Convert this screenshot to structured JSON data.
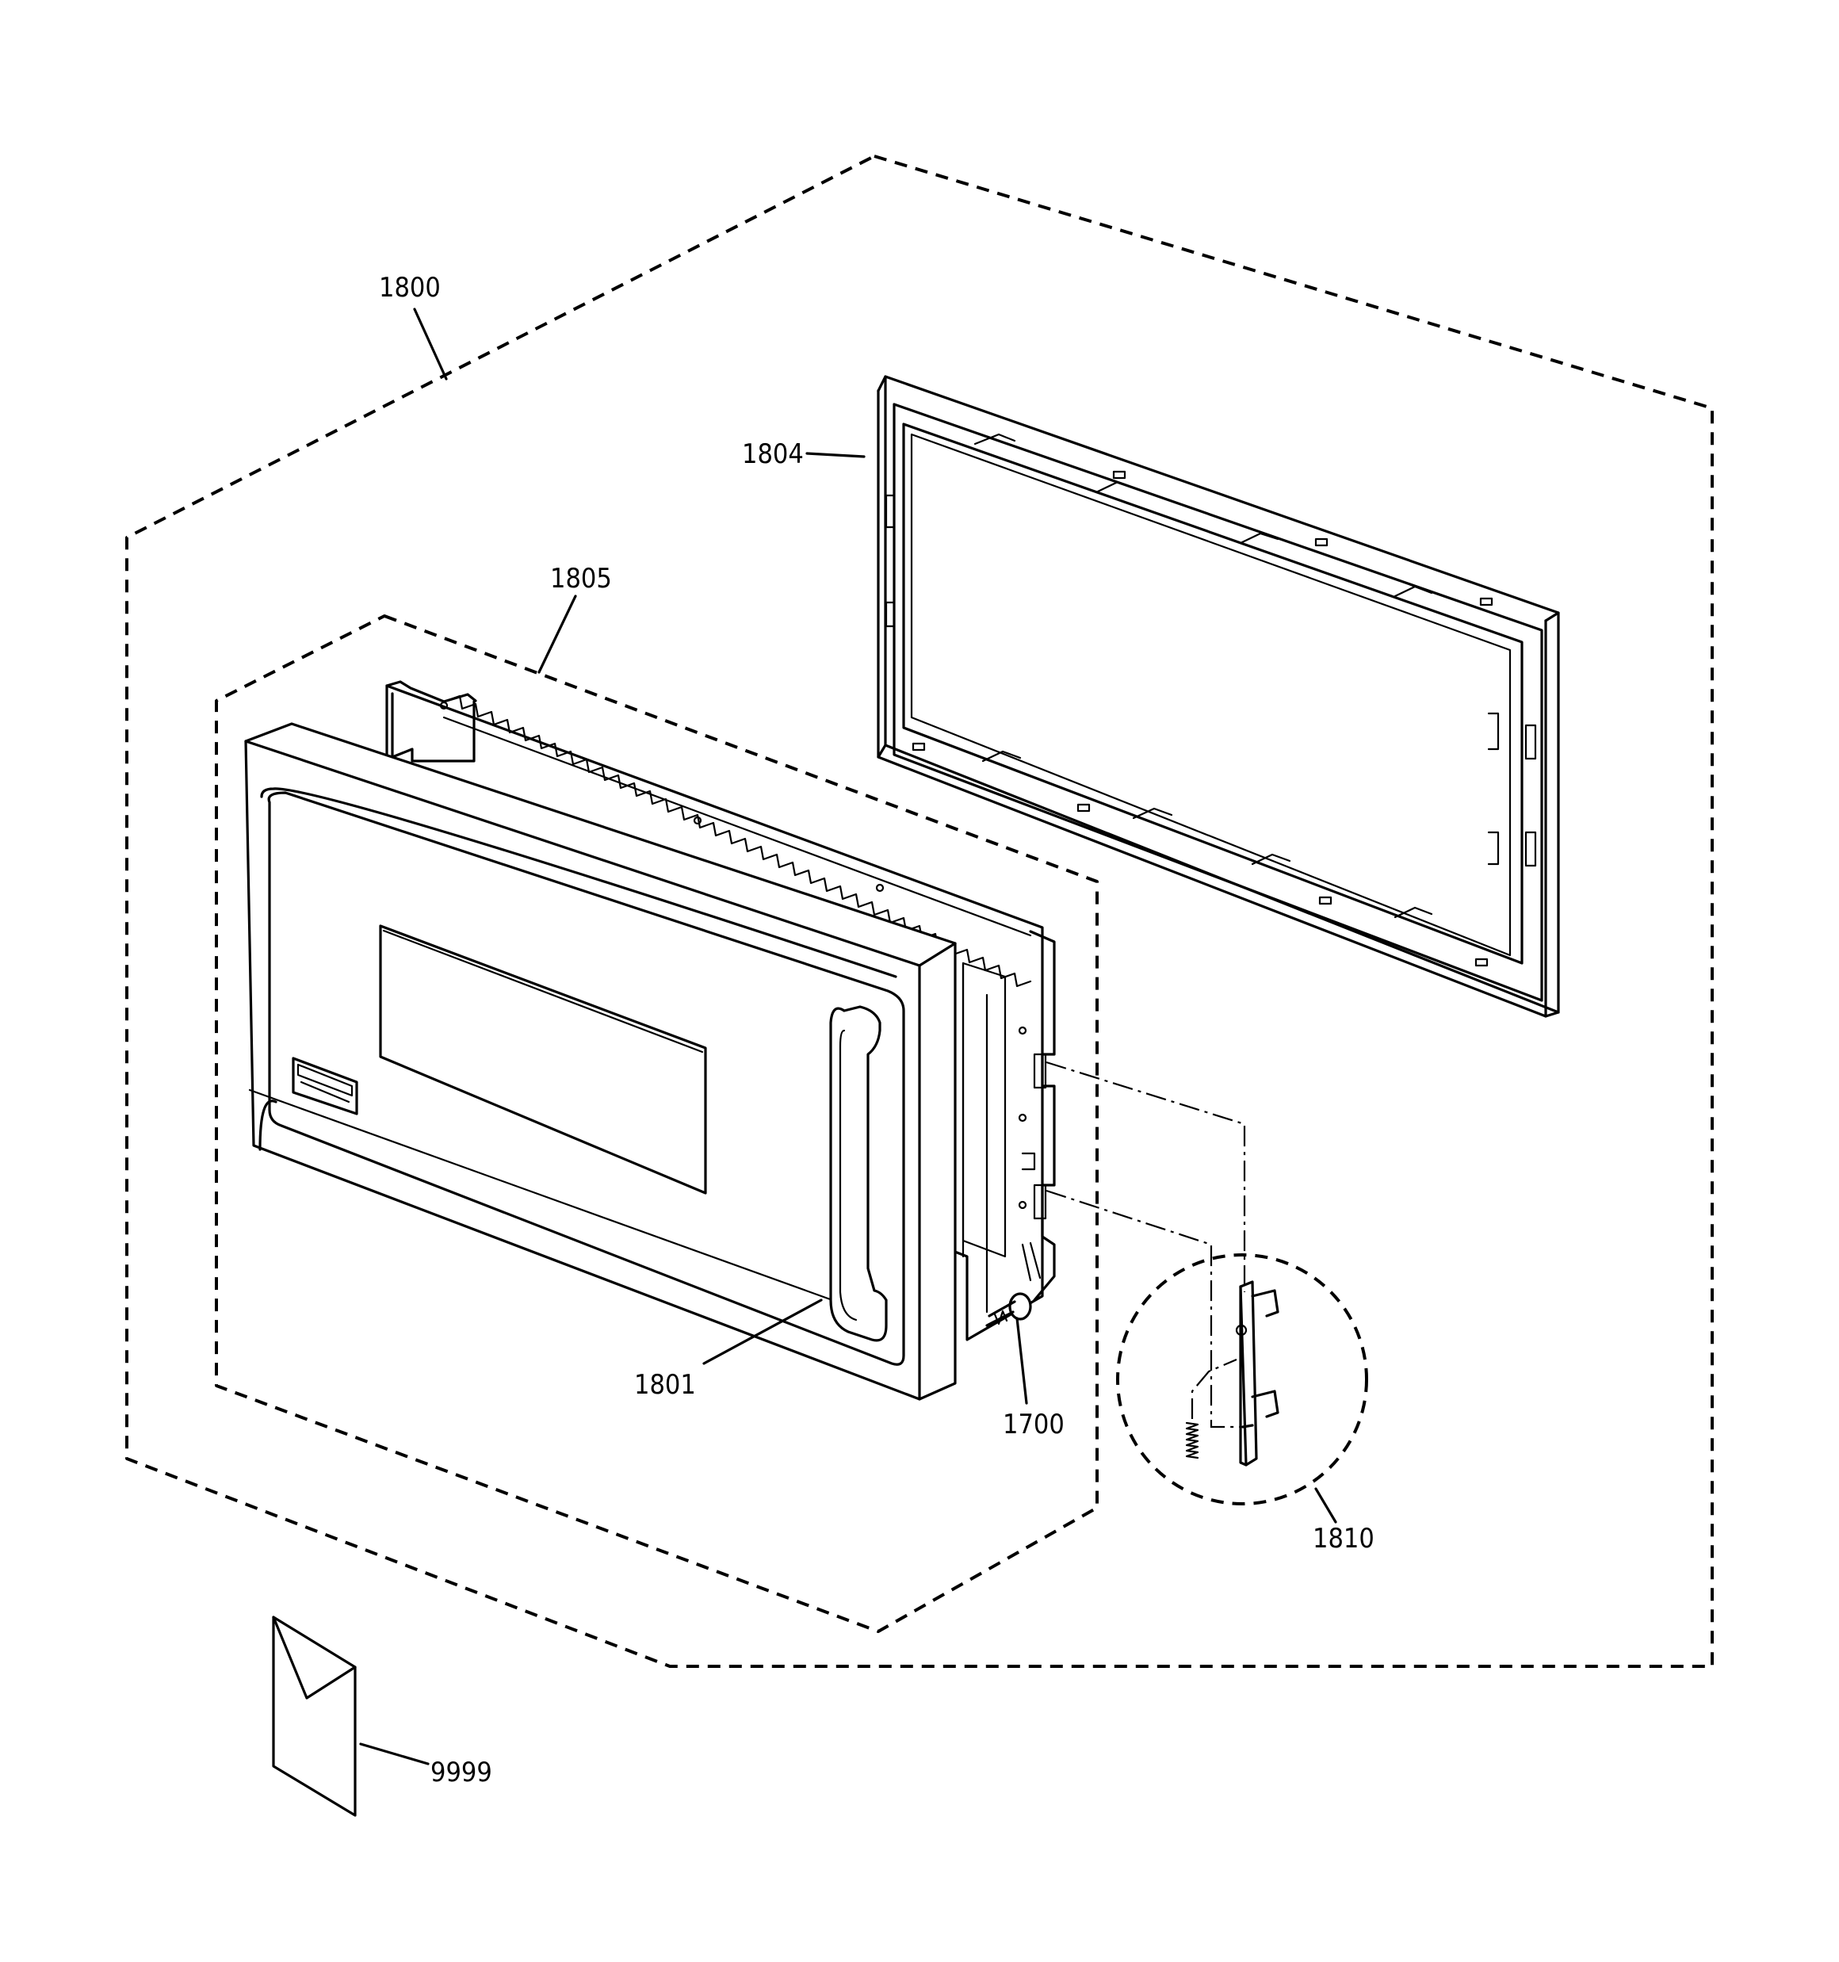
{
  "parts": {
    "assembly": "1800",
    "door_frame": "1804",
    "door_subassembly": "1805",
    "door_outer": "1801",
    "screw": "1700",
    "latch_kit": "1810",
    "literature": "9999"
  }
}
